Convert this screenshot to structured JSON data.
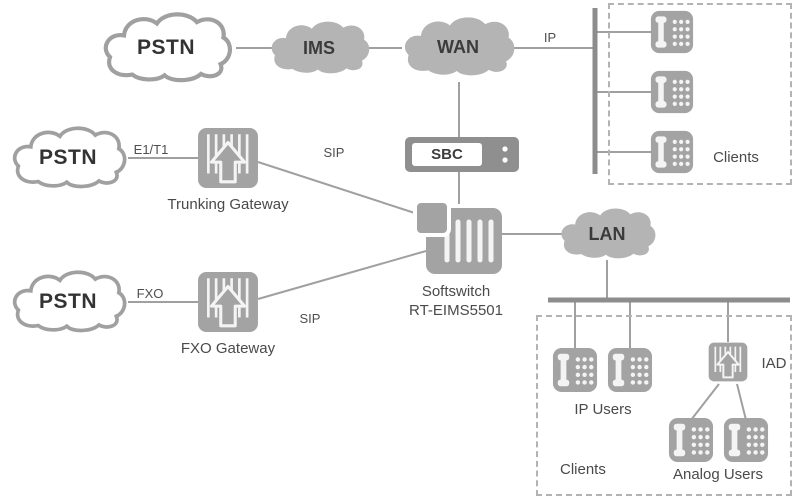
{
  "diagram": {
    "clouds": {
      "pstn_top": {
        "label": "PSTN"
      },
      "pstn_middle": {
        "label": "PSTN"
      },
      "pstn_bottom": {
        "label": "PSTN"
      },
      "ims": {
        "label": "IMS"
      },
      "wan": {
        "label": "WAN"
      },
      "lan": {
        "label": "LAN"
      }
    },
    "devices": {
      "sbc": {
        "label": "SBC"
      },
      "trunking_gateway": {
        "label": "Trunking Gateway"
      },
      "fxo_gateway": {
        "label": "FXO Gateway"
      },
      "softswitch": {
        "label": "Softswitch",
        "model": "RT-EIMS5501"
      },
      "iad": {
        "label": "IAD"
      }
    },
    "groups": {
      "clients_top": {
        "label": "Clients"
      },
      "clients_bottom": {
        "label": "Clients"
      },
      "ip_users": {
        "label": "IP Users"
      },
      "analog_users": {
        "label": "Analog Users"
      }
    },
    "link_labels": {
      "ip": "IP",
      "e1t1": "E1/T1",
      "sip_trunking": "SIP",
      "fxo": "FXO",
      "sip_fxo": "SIP"
    },
    "colors": {
      "cloud_fill": "#b4b4b4",
      "icon_fill": "#a3a3a3",
      "line": "#a0a0a0",
      "bus": "#8d8d8d",
      "text": "#4a4a4a"
    }
  }
}
